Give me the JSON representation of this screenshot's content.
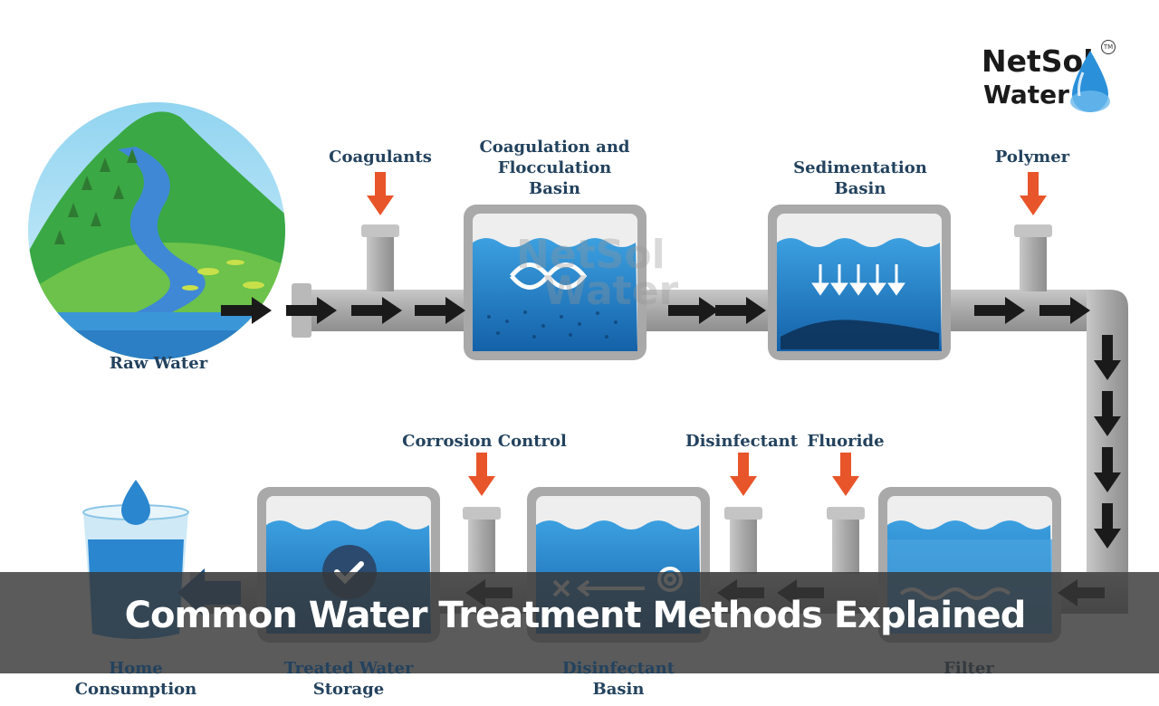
{
  "logo": {
    "line1": "NetSol",
    "line2": "Water",
    "tm": "TM"
  },
  "labels": {
    "raw_water": "Raw Water",
    "coagulants": "Coagulants",
    "coag_basin": [
      "Coagulation and",
      "Flocculation",
      "Basin"
    ],
    "sedimentation": [
      "Sedimentation",
      "Basin"
    ],
    "polymer": "Polymer",
    "corrosion": "Corrosion Control",
    "disinfectant": "Disinfectant",
    "fluoride": "Fluoride",
    "home": [
      "Home",
      "Consumption"
    ],
    "treated": [
      "Treated Water",
      "Storage"
    ],
    "disinfectant_basin": [
      "Disinfectant",
      "Basin"
    ],
    "filter": "Filter"
  },
  "banner": {
    "title": "Common Water Treatment Methods Explained"
  },
  "colors": {
    "pipe": "#b5b5b5",
    "tank_frame": "#a9a9a9",
    "water_dark": "#1b74bb",
    "water_light": "#3ca0e0",
    "dose_arrow": "#e8552a",
    "flow_arrow": "#1a1a1a",
    "label_text": "#23425e"
  }
}
